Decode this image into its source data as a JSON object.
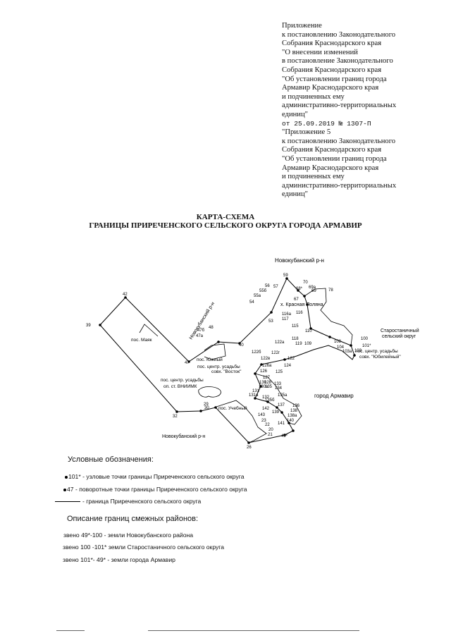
{
  "appendix": {
    "lines": [
      "Приложение",
      "к постановлению Законодательного",
      "Собрания Краснодарского края",
      "\"О внесении изменений",
      "в постановление Законодательного",
      "Собрания Краснодарского края",
      "\"Об установлении границ города",
      "Армавир Краснодарского края",
      "и подчиненных ему",
      "административно-территориальных",
      "единиц\""
    ],
    "date_line": "от 25.09.2019 № 1307-П",
    "lines2": [
      "\"Приложение 5",
      "к постановлению Законодательного",
      "Собрания Краснодарского края",
      "\"Об установлении границ города",
      "Армавир Краснодарского края",
      "и подчиненных ему",
      "административно-территориальных",
      "единиц\""
    ]
  },
  "title": {
    "line1": "КАРТА-СХЕМА",
    "line2": "ГРАНИЦЫ ПРИРЕЧЕНСКОГО СЕЛЬСКОГО ОКРУГА ГОРОДА АРМАВИР"
  },
  "map_labels": {
    "novokub_top": "Новокубанский р-н",
    "novokub_bottom": "Новокубанский р-н",
    "novokub_diag": "Новокубанский р-н",
    "krasnaya_polyana": "х. Красная Поляна",
    "starostanichny": "Старостаничный",
    "starostanichny2": "сельский округ",
    "mayak": "пос. Маяк",
    "yuzhny": "пос. Южный",
    "vostok1": "пос. центр. усадьбы",
    "vostok2": "совх. \"Восток\"",
    "vniimk1": "пос. центр. усадьбы",
    "vniimk2": "оп. ст. ВНИИМК",
    "uchebny": "пос. Учебный",
    "yubileyny1": "пос. центр. усадьбы",
    "yubileyny2": "совх. \"Юбилейный\"",
    "armavir": "город Армавир"
  },
  "points": [
    "59",
    "70",
    "69",
    "69а",
    "78",
    "56",
    "57",
    "55б",
    "55а",
    "54",
    "67",
    "68*",
    "42",
    "53",
    "116а",
    "116",
    "117",
    "115",
    "110",
    "100",
    "39",
    "47б",
    "47а",
    "48",
    "40",
    "122б",
    "122а",
    "122г",
    "119",
    "118",
    "109",
    "108",
    "104",
    "101*",
    "103",
    "103а",
    "122в",
    "122",
    "124",
    "126а",
    "125",
    "126",
    "127",
    "128",
    "135",
    "133",
    "130",
    "130а",
    "131",
    "134",
    "131а",
    "132",
    "135а",
    "135б",
    "47",
    "29",
    "30",
    "32",
    "137",
    "136",
    "138",
    "138а",
    "142",
    "139",
    "140",
    "143",
    "141",
    "23",
    "22",
    "20",
    "21",
    "49*",
    "26"
  ],
  "legend": {
    "heading": "Условные обозначения:",
    "item1_num": "101*",
    "item1_text": " - узловые точки границы Приреченского сельского округа",
    "item2_num": "47",
    "item2_text": "  - поворотные точки границы Приреченского сельского округа",
    "item3_text": "- граница Приреченского сельского округа"
  },
  "description": {
    "heading": "Описание границ смежных районов:",
    "line1": "звено 49*-100  - земли Новокубанского района",
    "line2": "звено 100 -101*  земли Старостаничного сельского округа",
    "line3": "звено 101*- 49* - земли города Армавир"
  }
}
